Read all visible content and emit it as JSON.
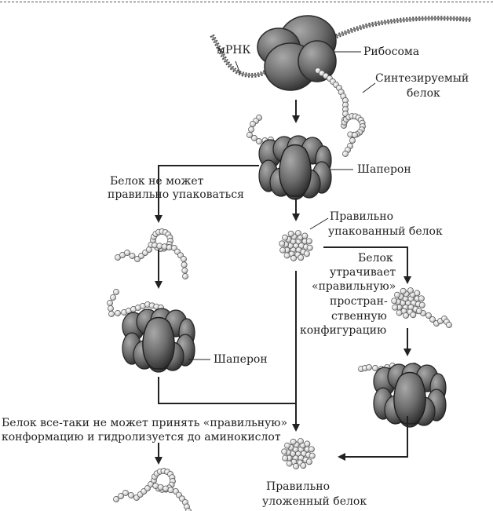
{
  "labels": {
    "mrna": "мРНК",
    "ribosome": "Рибосома",
    "synth_1": "Синтезируемый",
    "synth_2": "белок",
    "chaperone_top": "Шаперон",
    "cannot_1": "Белок не может",
    "cannot_2": "правильно упаковаться",
    "packed_1": "Правильно",
    "packed_2": "упакованный белок",
    "loses_1": "Белок",
    "loses_2": "утрачивает",
    "loses_3": "«правильную»",
    "loses_4": "простран-",
    "loses_5": "ственную",
    "loses_6": "конфигурацию",
    "chaperone_left": "Шаперон",
    "hydro_1": "Белок все-таки не может принять «правильную»",
    "hydro_2": "конформацию и гидролизуется до аминокислот",
    "folded_1": "Правильно",
    "folded_2": "уложенный белок"
  },
  "colors": {
    "chaperone_fill": "#6d6d6d",
    "chaperone_dark": "#3a3a3a",
    "bead_fill": "#d9d9d9",
    "line": "#222222"
  }
}
